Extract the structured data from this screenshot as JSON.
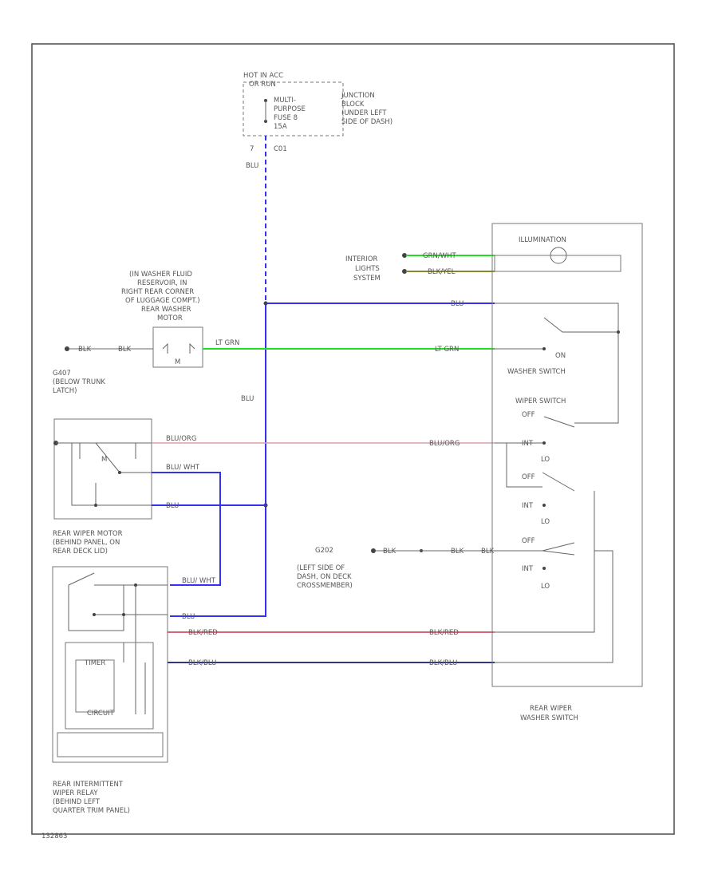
{
  "colors": {
    "blue": "#3333ee",
    "green": "#22dd22",
    "red": "#cc3344",
    "lightred": "#d8a0a8",
    "navy": "#333388",
    "olive": "#888833"
  },
  "fuse_block": {
    "header": [
      "HOT IN ACC",
      "OR RUN"
    ],
    "fuse_label": [
      "MULTI-",
      "PURPOSE",
      "FUSE 8",
      "15A"
    ],
    "location": [
      "JUNCTION",
      "BLOCK",
      "(UNDER LEFT",
      "SIDE OF DASH)"
    ],
    "pin": "7",
    "connector": "C01",
    "wire": "BLU"
  },
  "washer_motor": {
    "location": [
      "(IN WASHER FLUID",
      "RESERVOIR, IN",
      "RIGHT REAR CORNER",
      "OF LUGGAGE COMPT.)"
    ],
    "name": [
      "REAR WASHER",
      "MOTOR"
    ],
    "symbol": "M",
    "ground_wire": "BLK",
    "ground_wire2": "BLK",
    "out_wire": "LT GRN",
    "ground_name": [
      "G407",
      "(BELOW TRUNK",
      "LATCH)"
    ]
  },
  "vertical_wire_label": "BLU",
  "wiper_motor": {
    "name": [
      "REAR WIPER MOTOR",
      "(BEHIND PANEL, ON",
      "REAR DECK LID)"
    ],
    "symbol": "M",
    "wire1": "BLU/ORG",
    "wire2": "BLU/ WHT",
    "wire3": "BLU"
  },
  "relay": {
    "name": [
      "REAR INTERMITTENT",
      "WIPER RELAY",
      "(BEHIND LEFT",
      "QUARTER TRIM PANEL)"
    ],
    "wire1": "BLU/ WHT",
    "wire2": "BLU",
    "wire3": "BLK/RED",
    "wire4": "BLK/BLU",
    "inner1": "TIMER",
    "inner2": "CIRCUIT"
  },
  "ground2": {
    "name": [
      "G202",
      "(LEFT SIDE OF",
      "DASH, ON DECK",
      "CROSSMEMBER)"
    ],
    "wire": "BLK",
    "wire2": "BLK"
  },
  "switch": {
    "name": [
      "REAR WIPER",
      "WASHER SWITCH"
    ],
    "illum": "ILLUMINATION",
    "interior": [
      "INTERIOR",
      "LIGHTS",
      "SYSTEM"
    ],
    "wires": [
      "GRN/WHT",
      "BLK/YEL",
      "BLU",
      "LT GRN",
      "BLU/ORG",
      "BLK",
      "BLK/RED",
      "BLK/BLU"
    ],
    "washer_on": "ON",
    "washer_switch": "WASHER SWITCH",
    "wiper_switch": "WIPER SWITCH",
    "off": "OFF",
    "int": "INT",
    "lo": "LO"
  },
  "footer": "132863"
}
